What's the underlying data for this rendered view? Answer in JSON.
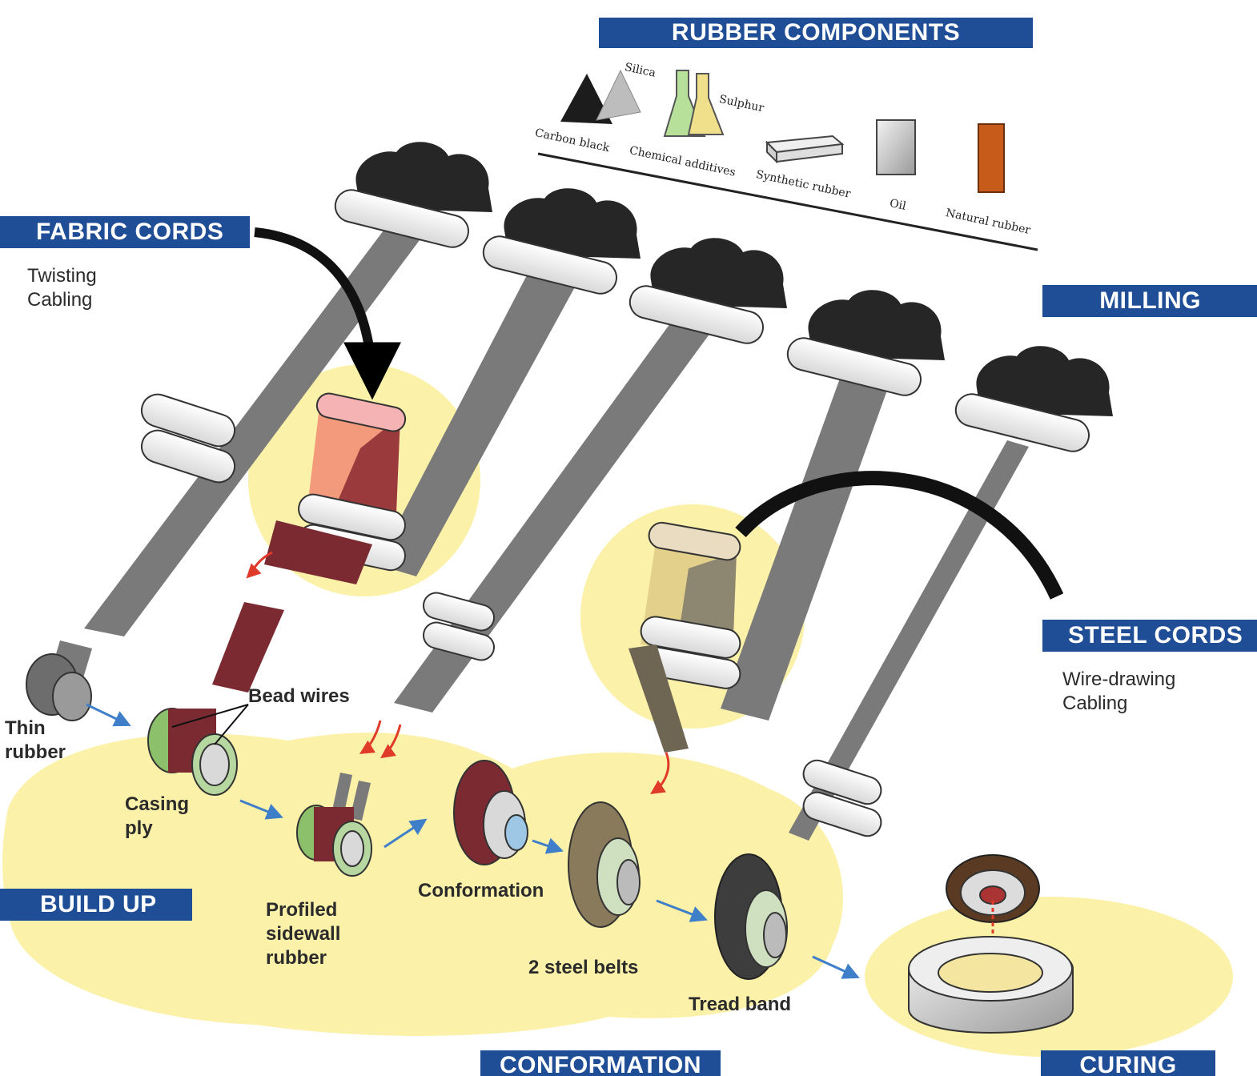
{
  "banners": {
    "rubber_components": "RUBBER COMPONENTS",
    "fabric_cords": "FABRIC CORDS",
    "milling": "MILLING",
    "steel_cords": "STEEL CORDS",
    "build_up": "BUILD UP",
    "conformation": "CONFORMATION",
    "curing": "CURING"
  },
  "fabric_cords_sub": [
    "Twisting",
    "Cabling"
  ],
  "steel_cords_sub": [
    "Wire-drawing",
    "Cabling"
  ],
  "rubber_components": {
    "silica": "Silica",
    "carbon_black": "Carbon black",
    "sulphur": "Sulphur",
    "chemical_additives": "Chemical additives",
    "synthetic_rubber": "Synthetic rubber",
    "oil": "Oil",
    "natural_rubber": "Natural rubber"
  },
  "labels": {
    "thin_rubber": [
      "Thin",
      "rubber"
    ],
    "bead_wires": "Bead wires",
    "casing_ply": [
      "Casing",
      "ply"
    ],
    "profiled_sidewall_rubber": [
      "Profiled",
      "sidewall",
      "rubber"
    ],
    "conformation_step": "Conformation",
    "steel_belts": "2 steel belts",
    "tread_band": "Tread band"
  },
  "colors": {
    "banner": "#1f4e96",
    "highlight_yellow": "#fbf1a8",
    "rubber_sheet": "#777777",
    "casing_ply": "#7b2a32",
    "mill_rubber": "#2a2a2a"
  }
}
